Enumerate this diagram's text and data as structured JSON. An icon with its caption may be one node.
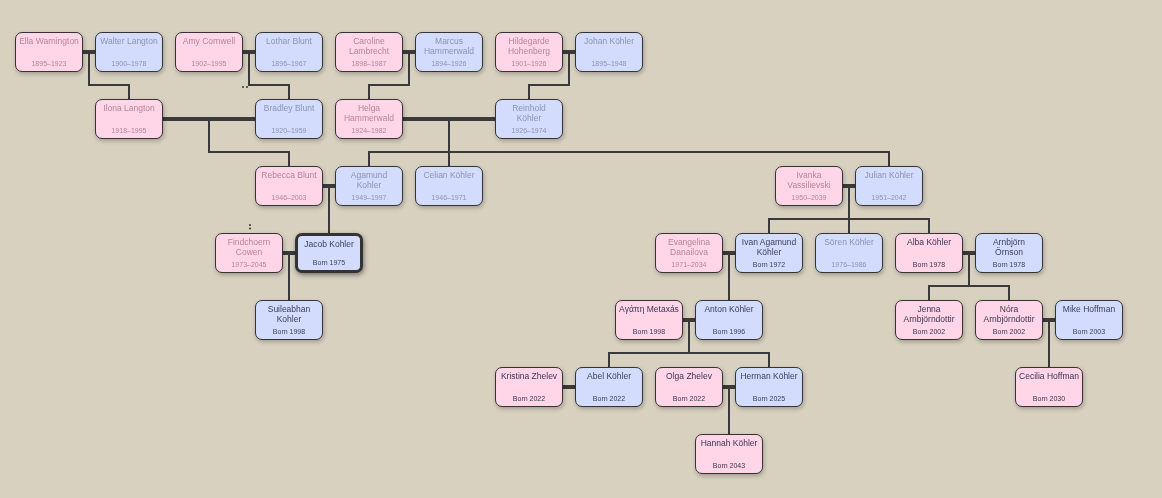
{
  "diagram": {
    "nodes": [
      {
        "text": [
          "Ella Warnington",
          "1895–1923"
        ]
      },
      {
        "text": [
          "Walter Langton",
          "1900–1978"
        ]
      },
      {
        "text": [
          "Amy Cornwell",
          "1902–1995"
        ]
      },
      {
        "text": [
          "Lothar Blunt",
          "1896–1967"
        ]
      },
      {
        "text": [
          "Caroline Lambrecht",
          "1898–1987"
        ]
      },
      {
        "text": [
          "Marcus Hammerwald",
          "1894–1926"
        ]
      },
      {
        "text": [
          "Hildegarde Hohenberg",
          "1901–1926"
        ]
      },
      {
        "text": [
          "Johan Köhler",
          "1895–1948"
        ]
      },
      {
        "text": [
          "Ilona Langton",
          "1918–1995"
        ]
      },
      {
        "text": [
          "Bradley Blunt",
          "1920–1959"
        ]
      },
      {
        "text": [
          "Helga Hammerwald",
          "1924–1982"
        ]
      },
      {
        "text": [
          "Reinhold Köhler",
          "1926–1974"
        ]
      },
      {
        "text": [
          "Rebecca Blunt",
          "1946–2003"
        ]
      },
      {
        "text": [
          "Agamund Kohler",
          "1949–1997"
        ]
      },
      {
        "text": [
          "Celian Köhler",
          "1946–1971"
        ]
      },
      {
        "text": [
          "Ivanka Vassilievski",
          "1950–2039"
        ]
      },
      {
        "text": [
          "Julian Köhler",
          "1951–2042"
        ]
      },
      {
        "text": [
          "Findchoern Cowen",
          "1973–2045"
        ]
      },
      {
        "text": [
          "Jacob Kohler",
          "Born 1975"
        ]
      },
      {
        "text": [
          "Evangelina Danailova",
          "1971–2034"
        ]
      },
      {
        "text": [
          "Ivan Agamund Köhler",
          "Born 1972"
        ]
      },
      {
        "text": [
          "Sören Köhler",
          "1976–1986"
        ]
      },
      {
        "text": [
          "Alba Köhler",
          "Born 1978"
        ]
      },
      {
        "text": [
          "Arnbjörn Örnson",
          "Born 1978"
        ]
      },
      {
        "text": [
          "Suileabhan Kohler",
          "Born 1998"
        ]
      },
      {
        "text": [
          "Αγάπη Metaxás",
          "Born 1998"
        ]
      },
      {
        "text": [
          "Anton Köhler",
          "Born 1996"
        ]
      },
      {
        "text": [
          "Jenna Arnbjörndottir",
          "Born 2002"
        ]
      },
      {
        "text": [
          "Nóra Arnbjörndottir",
          "Born 2002"
        ]
      },
      {
        "text": [
          "Mike Hoffman",
          "Born 2003"
        ]
      },
      {
        "text": [
          "Kristina Zhelev",
          "Born 2022"
        ]
      },
      {
        "text": [
          "Abel Köhler",
          "Born 2022"
        ]
      },
      {
        "text": [
          "Olga Zhelev",
          "Born 2022"
        ]
      },
      {
        "text": [
          "Herman Köhler",
          "Born 2025"
        ]
      },
      {
        "text": [
          "Cecilia Hoffman",
          "Born 2030"
        ]
      },
      {
        "text": [
          "Hannah Köhler",
          "Born 2043"
        ]
      }
    ],
    "edges": [
      {
        "from": 0,
        "to": 1,
        "arrow": "none",
        "style": "thick"
      },
      {
        "from": 2,
        "to": 3,
        "arrow": "none",
        "style": "thick"
      },
      {
        "from": 4,
        "to": 5,
        "arrow": "none",
        "style": "thick"
      },
      {
        "from": 6,
        "to": 7,
        "arrow": "none",
        "style": "thick"
      },
      {
        "from": 8,
        "to": 9,
        "arrow": "none",
        "style": "thick"
      },
      {
        "from": 10,
        "to": 11,
        "arrow": "none",
        "style": "thick"
      },
      {
        "from": 12,
        "to": 13,
        "arrow": "none",
        "style": "thick"
      },
      {
        "from": 15,
        "to": 16,
        "arrow": "none",
        "style": "thick"
      },
      {
        "from": 17,
        "to": 18,
        "arrow": "none",
        "style": "thick"
      },
      {
        "from": 19,
        "to": 20,
        "arrow": "none",
        "style": "thick"
      },
      {
        "from": 22,
        "to": 23,
        "arrow": "none",
        "style": "thick"
      },
      {
        "from": 25,
        "to": 26,
        "arrow": "none",
        "style": "thick"
      },
      {
        "from": 28,
        "to": 29,
        "arrow": "none",
        "style": "thick"
      },
      {
        "from": 30,
        "to": 31,
        "arrow": "none",
        "style": "thick"
      },
      {
        "from": 32,
        "to": 33,
        "arrow": "none",
        "style": "thick"
      },
      {
        "from": 0,
        "to": 8,
        "arrow": "none"
      },
      {
        "from": 1,
        "to": 8,
        "arrow": "none"
      },
      {
        "from": 2,
        "to": 9,
        "arrow": "none"
      },
      {
        "from": 3,
        "to": 9,
        "arrow": "none"
      },
      {
        "from": 4,
        "to": 10,
        "arrow": "none"
      },
      {
        "from": 5,
        "to": 10,
        "arrow": "none"
      },
      {
        "from": 6,
        "to": 11,
        "arrow": "none"
      },
      {
        "from": 7,
        "to": 11,
        "arrow": "none"
      },
      {
        "from": 8,
        "to": 12,
        "arrow": "none"
      },
      {
        "from": 9,
        "to": 12,
        "arrow": "none"
      },
      {
        "from": 10,
        "to": 13,
        "arrow": "none"
      },
      {
        "from": 11,
        "to": 13,
        "arrow": "none"
      },
      {
        "from": 10,
        "to": 14,
        "arrow": "none"
      },
      {
        "from": 11,
        "to": 14,
        "arrow": "none"
      },
      {
        "from": 10,
        "to": 16,
        "arrow": "none"
      },
      {
        "from": 11,
        "to": 16,
        "arrow": "none"
      },
      {
        "from": 12,
        "to": 18,
        "arrow": "none"
      },
      {
        "from": 13,
        "to": 18,
        "arrow": "none"
      },
      {
        "from": 17,
        "to": 24,
        "arrow": "none"
      },
      {
        "from": 18,
        "to": 24,
        "arrow": "none"
      },
      {
        "from": 15,
        "to": 20,
        "arrow": "none"
      },
      {
        "from": 16,
        "to": 20,
        "arrow": "none"
      },
      {
        "from": 15,
        "to": 21,
        "arrow": "none"
      },
      {
        "from": 16,
        "to": 21,
        "arrow": "none"
      },
      {
        "from": 15,
        "to": 22,
        "arrow": "none"
      },
      {
        "from": 16,
        "to": 22,
        "arrow": "none"
      },
      {
        "from": 19,
        "to": 26,
        "arrow": "none"
      },
      {
        "from": 20,
        "to": 26,
        "arrow": "none"
      },
      {
        "from": 22,
        "to": 27,
        "arrow": "none"
      },
      {
        "from": 23,
        "to": 27,
        "arrow": "none"
      },
      {
        "from": 22,
        "to": 28,
        "arrow": "none"
      },
      {
        "from": 23,
        "to": 28,
        "arrow": "none"
      },
      {
        "from": 25,
        "to": 31,
        "arrow": "none"
      },
      {
        "from": 26,
        "to": 31,
        "arrow": "none"
      },
      {
        "from": 25,
        "to": 33,
        "arrow": "none"
      },
      {
        "from": 26,
        "to": 33,
        "arrow": "none"
      },
      {
        "from": 28,
        "to": 34,
        "arrow": "none"
      },
      {
        "from": 29,
        "to": 34,
        "arrow": "none"
      },
      {
        "from": 32,
        "to": 35,
        "arrow": "none"
      },
      {
        "from": 33,
        "to": 35,
        "arrow": "none"
      }
    ]
  }
}
